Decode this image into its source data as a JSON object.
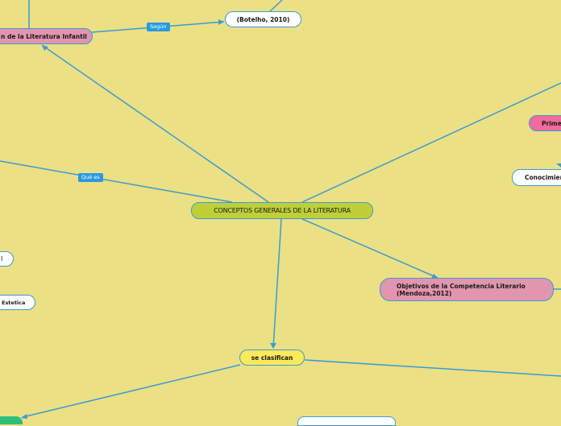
{
  "colors": {
    "background": "#ebe084",
    "edge": "#3b9bd4",
    "label_bg": "#2a9ae0",
    "center_fill": "#bfcf3a",
    "pink_fill": "#e195ae",
    "hot_pink_fill": "#ef6b9c",
    "white_fill": "#ffffff",
    "yellow_fill": "#fbe95a",
    "green_fill": "#2fbf7a"
  },
  "center": {
    "text": "CONCEPTOS GENERALES DE LA LITERATURA"
  },
  "nodes": {
    "literatura_infantil": {
      "text": "n de la Literatura Infantil"
    },
    "botelho": {
      "text": "(Botelho, 2010)"
    },
    "primer": {
      "text": "Primer"
    },
    "conocimiento": {
      "text": "Conocimien"
    },
    "objetivos": {
      "line1": "Objetivos de la Competencia Literario",
      "line2": "(Mendoza,2012)"
    },
    "left_node_1": {
      "text": "l"
    },
    "estetica": {
      "text": "Estetica"
    },
    "se_clasifican": {
      "text": "se clasifican"
    },
    "bottom_node": {
      "text": ""
    }
  },
  "edge_labels": {
    "segun": "Según",
    "que_es": "Qué es"
  }
}
